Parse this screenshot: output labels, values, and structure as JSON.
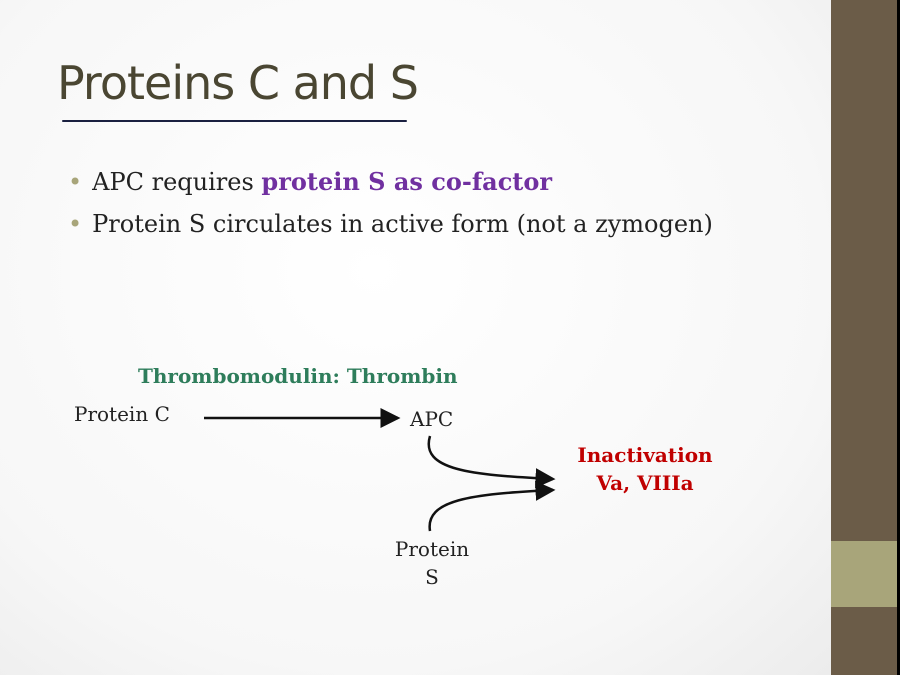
{
  "title": "Proteins C and S",
  "bullets": [
    {
      "plain": "APC requires ",
      "highlight": "protein S as co-factor"
    },
    {
      "plain": "Protein S circulates in active form (not a zymogen)"
    }
  ],
  "diagram": {
    "enzyme_label": "Thrombomodulin: Thrombin",
    "protein_c": "Protein C",
    "apc": "APC",
    "protein_s_line1": "Protein",
    "protein_s_line2": "S",
    "result_line1": "Inactivation",
    "result_line2": "Va, VIIIa"
  },
  "colors": {
    "sidebar": "#6b5c48",
    "accent": "#a8a57a",
    "highlight": "#7030a0",
    "enzyme": "#2e7d5b",
    "result": "#c00000"
  }
}
